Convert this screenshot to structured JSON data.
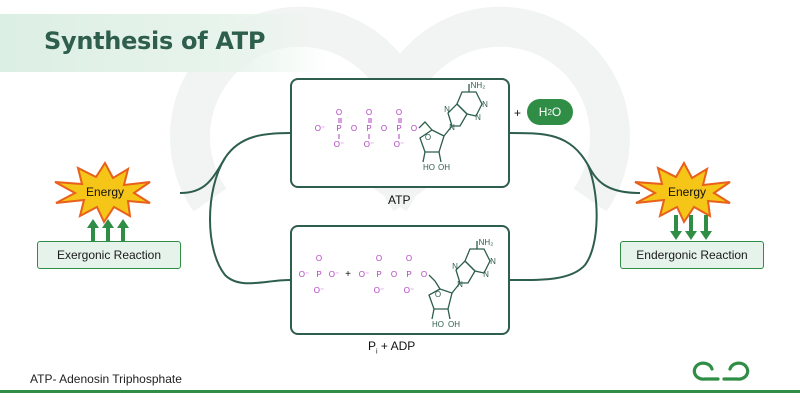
{
  "title": "Synthesis of ATP",
  "energy_left": "Energy",
  "energy_right": "Energy",
  "exergonic_label": "Exergonic Reaction",
  "endergonic_label": "Endergonic Reaction",
  "atp_caption": "ATP",
  "adp_caption": {
    "p": "P",
    "sub": "i",
    "rest": " + ADP"
  },
  "water": {
    "h": "H",
    "sub": "2",
    "o": "O"
  },
  "plus": "+",
  "footer": "ATP- Adenosin Triphosphate",
  "molecule": {
    "p": "P",
    "o": "O",
    "o_minus": "O⁻",
    "n": "N",
    "nh2": "NH₂",
    "ho": "HO",
    "oh": "OH"
  },
  "colors": {
    "accent": "#2f8d46",
    "dark_green": "#2e5e4c",
    "phosphate": "#b040c0",
    "star_fill": "#f5c518",
    "star_edge": "#e8601c"
  },
  "icons": {
    "logo": "geeksforgeeks-logo",
    "star": "energy-burst-icon",
    "arrow": "arrow-icon"
  }
}
